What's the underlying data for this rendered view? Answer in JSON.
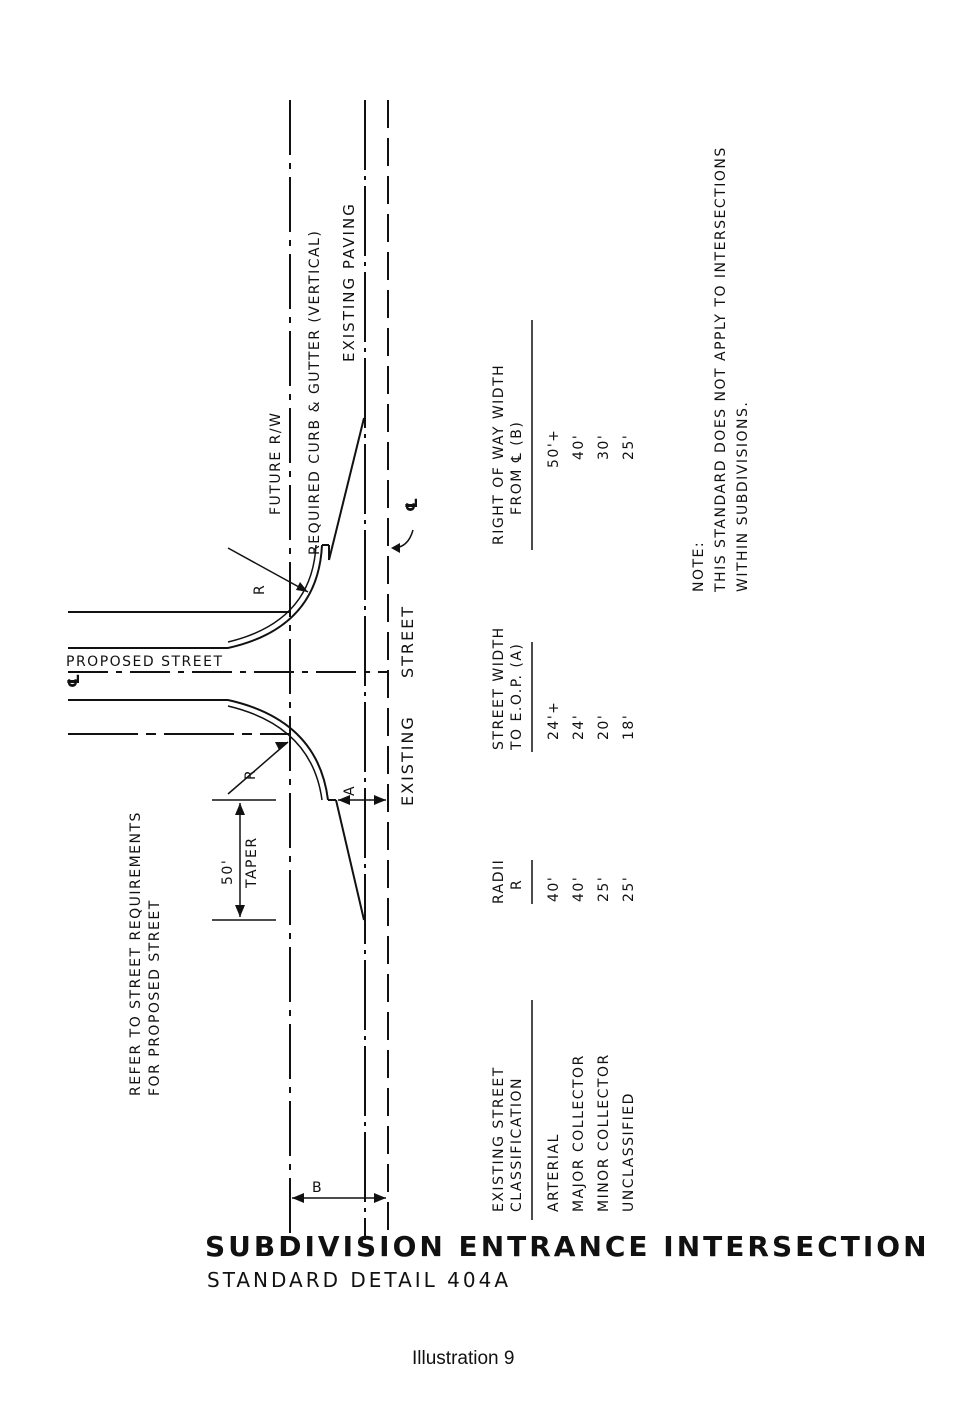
{
  "labels": {
    "future_rw": "FUTURE R/W",
    "curb_gutter": "REQUIRED CURB & GUTTER (VERTICAL)",
    "existing_paving": "EXISTING PAVING",
    "proposed_street": "PROPOSED STREET",
    "existing_street": "EXISTING",
    "existing_street_2": "STREET",
    "refer_line1": "REFER TO STREET REQUIREMENTS",
    "refer_line2": "FOR PROPOSED STREET",
    "taper_value": "50'",
    "taper_label": "TAPER",
    "dim_A": "A",
    "dim_B": "B",
    "radius_R": "R",
    "centerline": "℄"
  },
  "table": {
    "headers": [
      [
        "EXISTING STREET",
        "CLASSIFICATION"
      ],
      [
        "RADII",
        "R"
      ],
      [
        "STREET WIDTH",
        "TO E.O.P. (A)"
      ],
      [
        "RIGHT OF WAY WIDTH",
        "FROM ℄ (B)"
      ]
    ],
    "rows": [
      {
        "classification": "ARTERIAL",
        "radii": "40'",
        "street_width": "24'+",
        "row_width": "50'+"
      },
      {
        "classification": "MAJOR COLLECTOR",
        "radii": "40'",
        "street_width": "24'",
        "row_width": "40'"
      },
      {
        "classification": "MINOR COLLECTOR",
        "radii": "25'",
        "street_width": "20'",
        "row_width": "30'"
      },
      {
        "classification": "UNCLASSIFIED",
        "radii": "25'",
        "street_width": "18'",
        "row_width": "25'"
      }
    ]
  },
  "note": {
    "heading": "NOTE:",
    "line1": "THIS STANDARD DOES NOT APPLY TO INTERSECTIONS",
    "line2": "WITHIN SUBDIVISIONS."
  },
  "title": "SUBDIVISION ENTRANCE INTERSECTION",
  "subtitle": "STANDARD DETAIL 404A",
  "caption": "Illustration 9"
}
